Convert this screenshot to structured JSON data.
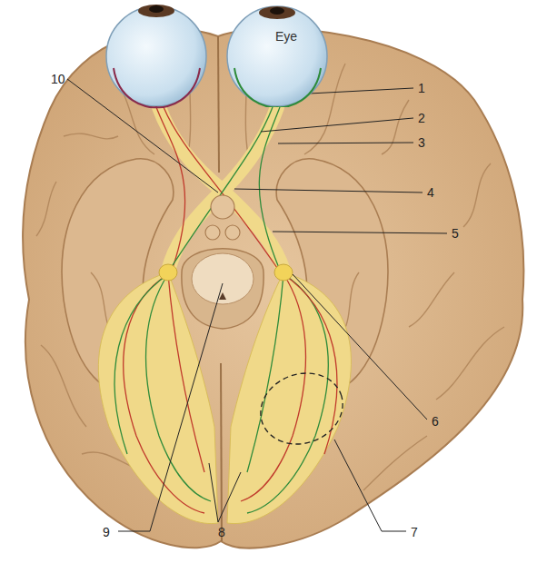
{
  "diagram": {
    "nodes": [
      {
        "text": [
          "Eye"
        ]
      }
    ],
    "labels": [
      "10",
      "1",
      "2",
      "3",
      "4",
      "5",
      "6",
      "9",
      "8",
      "7"
    ]
  }
}
